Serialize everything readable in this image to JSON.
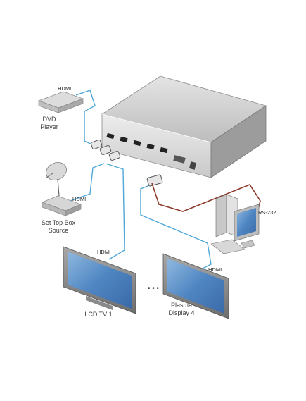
{
  "labels": {
    "dvd_line1": "DVD",
    "dvd_line2": "Player",
    "stb_line1": "Set Top Box",
    "stb_line2": "Source",
    "lcd": "LCD TV 1",
    "plasma_line1": "Plasma",
    "plasma_line2": "Display 4",
    "rs232": "RS-232",
    "ellipsis": "• • •",
    "hdmi_dvd": "HDMI",
    "hdmi_stb": "HDMI",
    "hdmi_lcd": "HDMI",
    "hdmi_plasma": "HDMI"
  },
  "colors": {
    "hdmi_cable": "#4fa8d8",
    "rs232_cable": "#8b3a2a",
    "device_body": "#d6d6d6",
    "screen": "#5a8fc8"
  },
  "icons": [
    "dvd-player-icon",
    "satellite-dish-icon",
    "set-top-box-icon",
    "matrix-switcher-icon",
    "pc-tower-icon",
    "monitor-icon",
    "lcd-tv-icon",
    "plasma-display-icon"
  ]
}
